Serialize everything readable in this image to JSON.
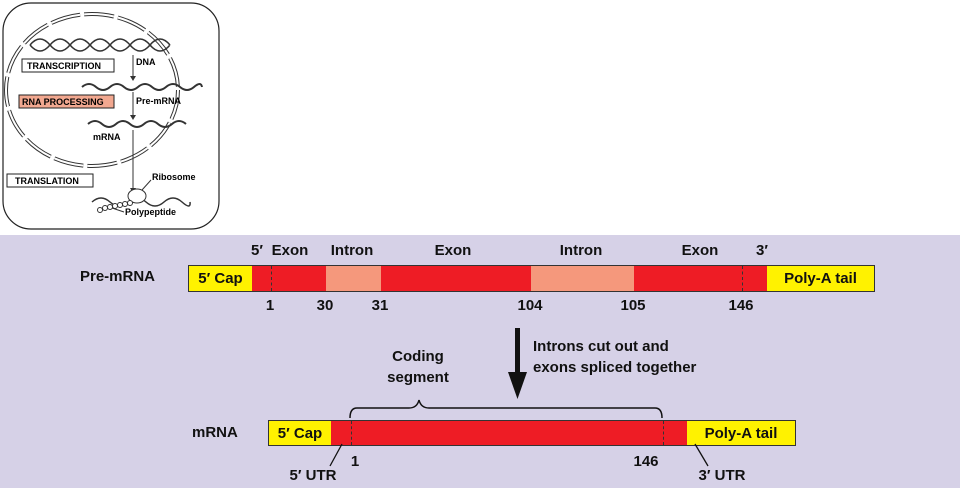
{
  "overview": {
    "steps": [
      "TRANSCRIPTION",
      "RNA PROCESSING",
      "TRANSLATION"
    ],
    "molecules": [
      "DNA",
      "Pre-mRNA",
      "mRNA",
      "Ribosome",
      "Polypeptide"
    ]
  },
  "pre_mrna": {
    "label": "Pre-mRNA",
    "cap": "5′ Cap",
    "tail": "Poly-A tail",
    "top_labels": [
      "5′",
      "Exon",
      "Intron",
      "Exon",
      "Intron",
      "Exon",
      "3′"
    ],
    "numbers": [
      "1",
      "30",
      "31",
      "104",
      "105",
      "146"
    ]
  },
  "process": {
    "line1": "Introns cut out and",
    "line2": "exons spliced together"
  },
  "mrna": {
    "label": "mRNA",
    "cap": "5′ Cap",
    "tail": "Poly-A tail",
    "coding1": "Coding",
    "coding2": "segment",
    "start": "1",
    "end": "146",
    "utr5": "5′ UTR",
    "utr3": "3′ UTR"
  },
  "colors": {
    "exon": "#ee1c25",
    "intron": "#f5987c",
    "cap": "#fff200",
    "background": "#d6d1e7",
    "highlight": "#f2a890"
  }
}
